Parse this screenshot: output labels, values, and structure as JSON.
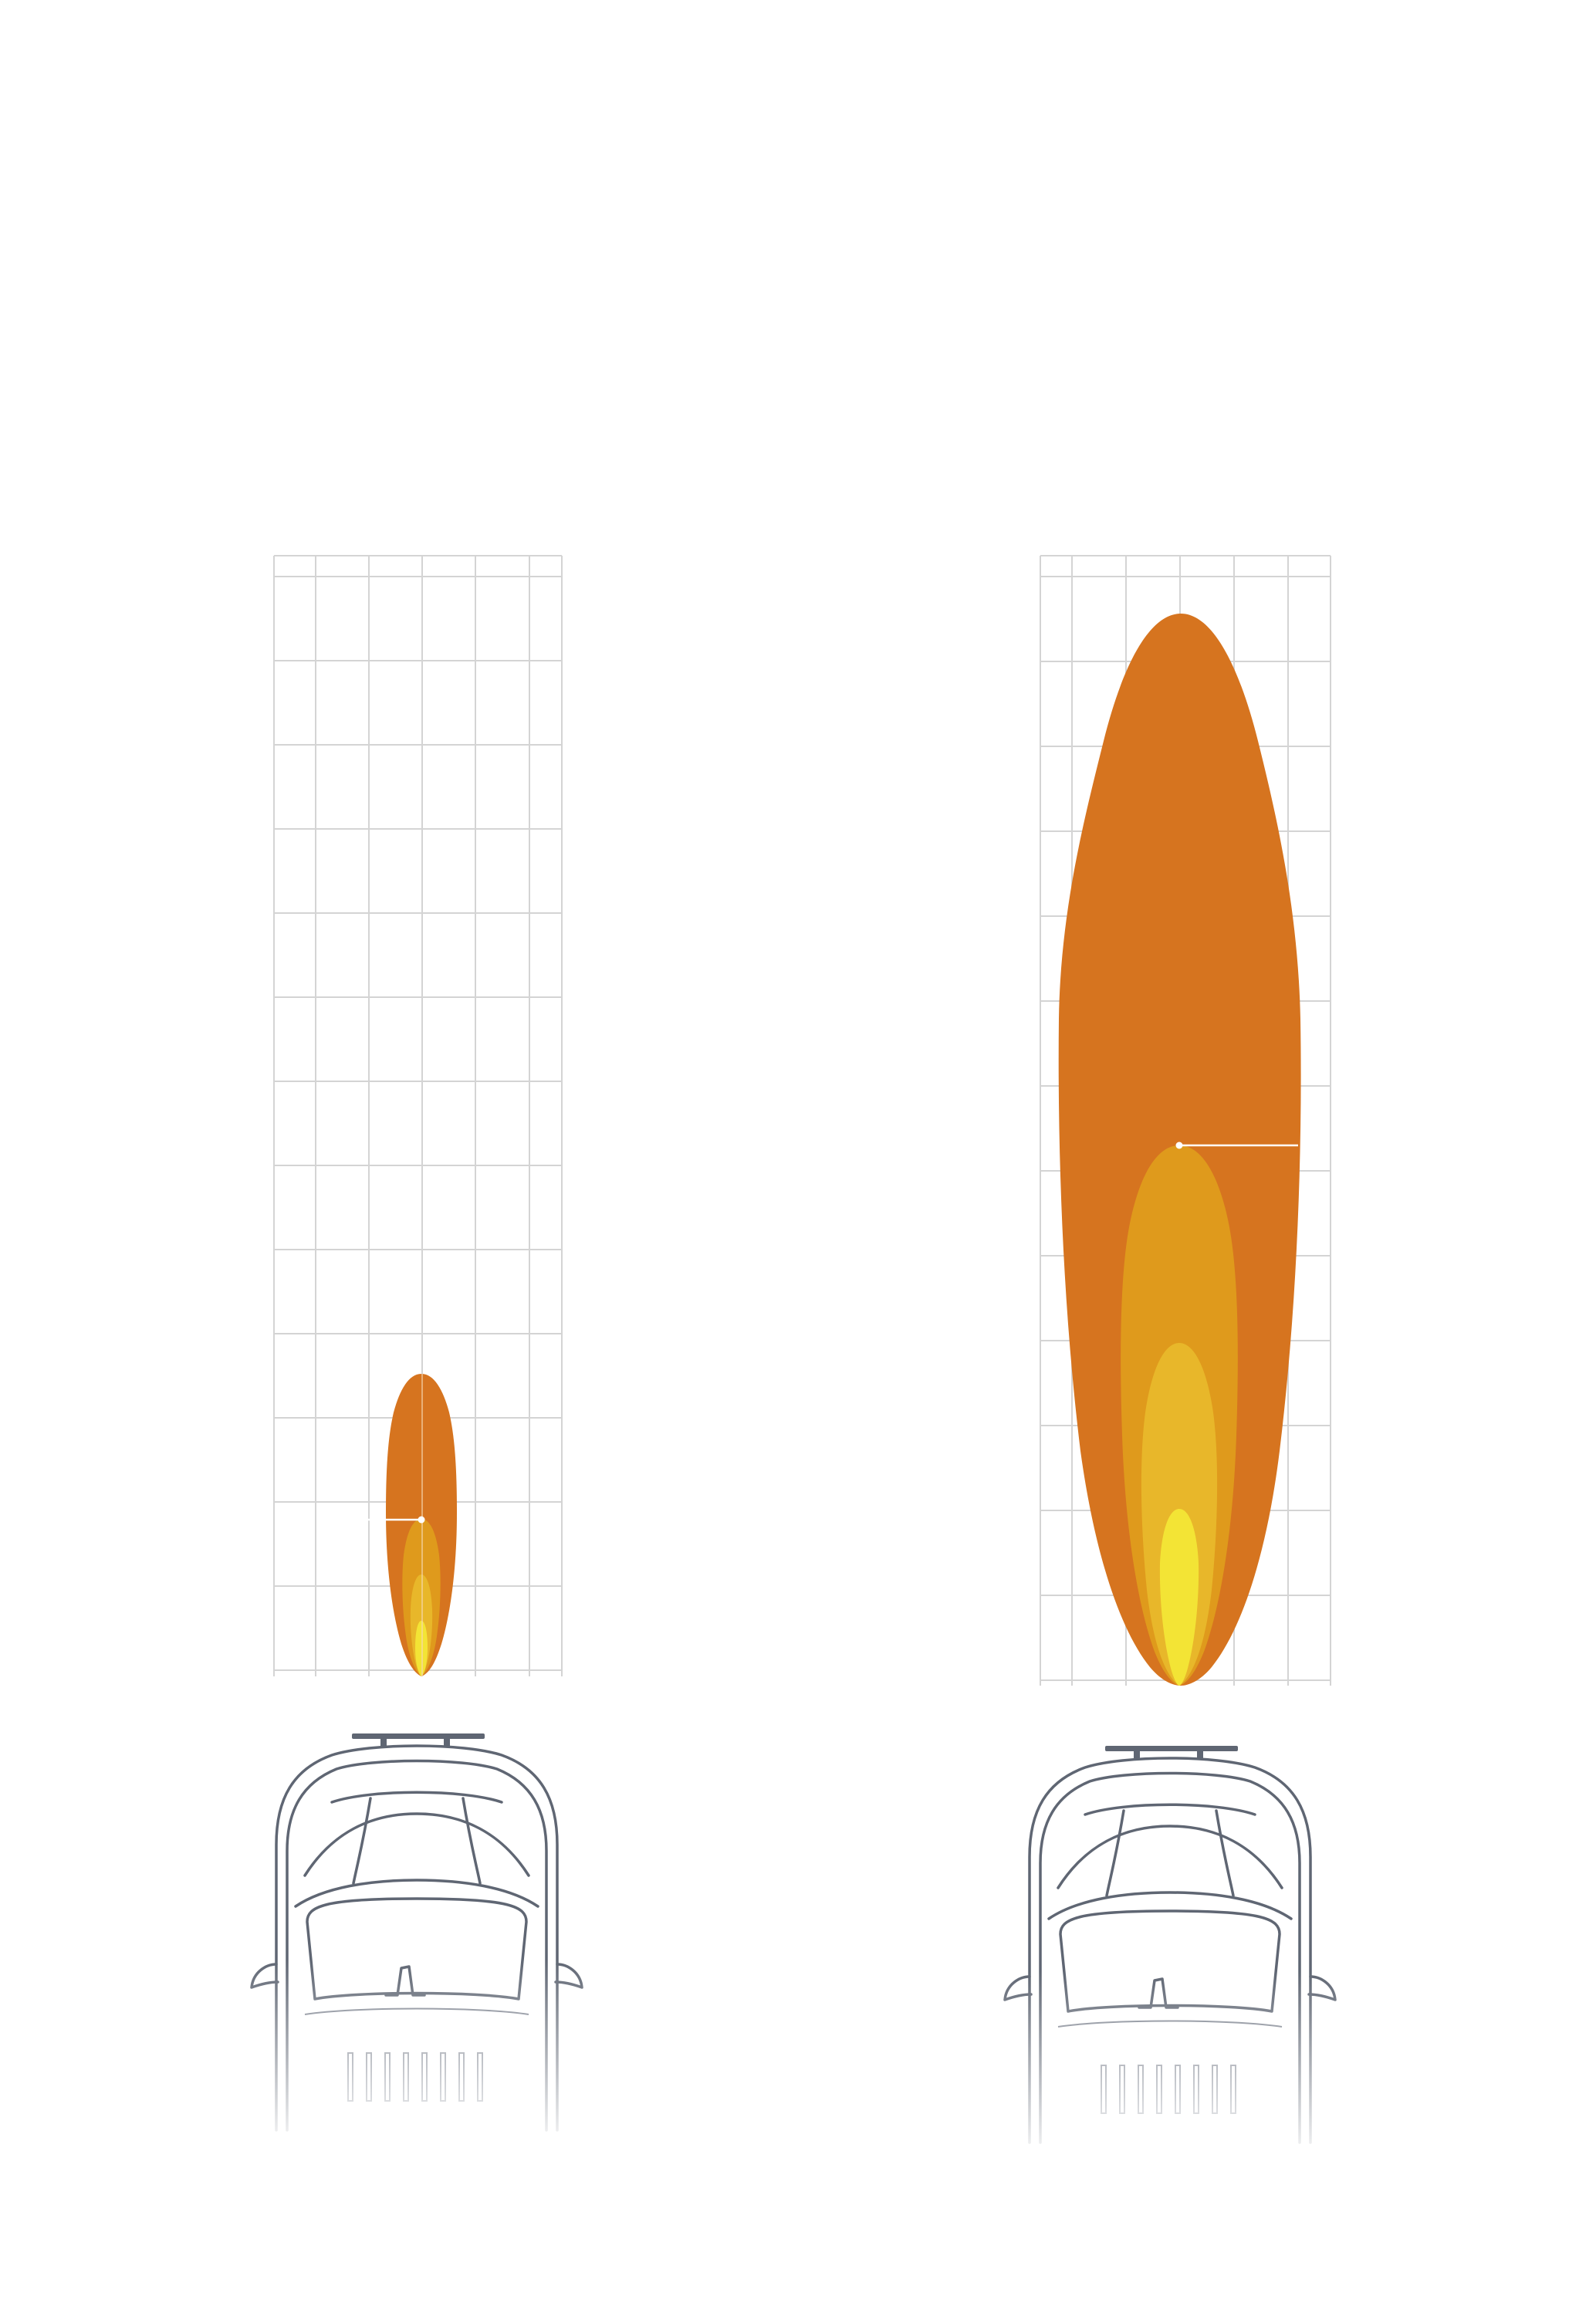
{
  "beam_patterns": [
    {
      "id": "left",
      "name": "narrow-beam",
      "rows": 13,
      "cols": 5,
      "zones": [
        {
          "level": 1,
          "color": "#d6741f"
        },
        {
          "level": 2,
          "color": "#df9a1c"
        },
        {
          "level": 3,
          "color": "#e8b72a"
        },
        {
          "level": 4,
          "color": "#f3e435"
        }
      ]
    },
    {
      "id": "right",
      "name": "wide-beam",
      "rows": 13,
      "cols": 5,
      "zones": [
        {
          "level": 1,
          "color": "#d6741f"
        },
        {
          "level": 2,
          "color": "#df9a1c"
        },
        {
          "level": 3,
          "color": "#e8b72a"
        },
        {
          "level": 4,
          "color": "#f3e435"
        }
      ]
    }
  ],
  "colors": {
    "grid": "#d4d4d4",
    "car_outline": "#5f6673",
    "marker": "#ffffff"
  },
  "icons": [
    "car-top-view-icon",
    "light-bar-icon"
  ]
}
